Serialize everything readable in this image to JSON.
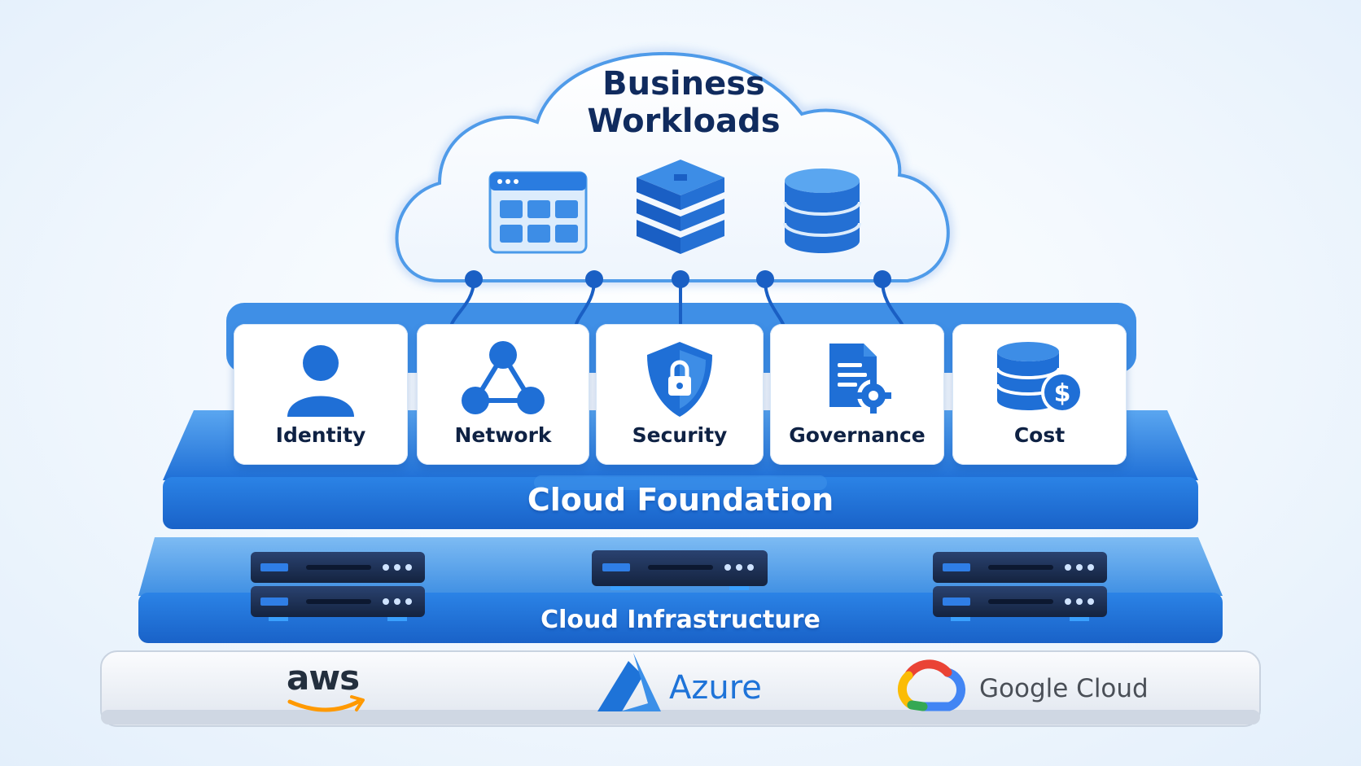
{
  "workloads": {
    "title_line1": "Business",
    "title_line2": "Workloads",
    "icons": [
      "browser-window-icon",
      "server-stack-icon",
      "database-icon"
    ]
  },
  "foundation": {
    "label": "Cloud Foundation",
    "pillars": [
      {
        "label": "Identity",
        "icon": "user-icon"
      },
      {
        "label": "Network",
        "icon": "network-triangle-icon"
      },
      {
        "label": "Security",
        "icon": "shield-lock-icon"
      },
      {
        "label": "Governance",
        "icon": "document-gear-icon"
      },
      {
        "label": "Cost",
        "icon": "database-dollar-icon"
      }
    ]
  },
  "infrastructure": {
    "label": "Cloud Infrastructure"
  },
  "providers": {
    "aws": "aws",
    "azure": "Azure",
    "google": "Google Cloud"
  },
  "colors": {
    "primary_blue": "#1f6fd6",
    "light_blue": "#4a9ae9",
    "navy_text": "#102b5e",
    "server_dark": "#1c2f52",
    "google_blue": "#4285F4",
    "google_red": "#EA4335",
    "google_yellow": "#FBBC05",
    "google_green": "#34A853",
    "aws_orange": "#FF9900"
  }
}
